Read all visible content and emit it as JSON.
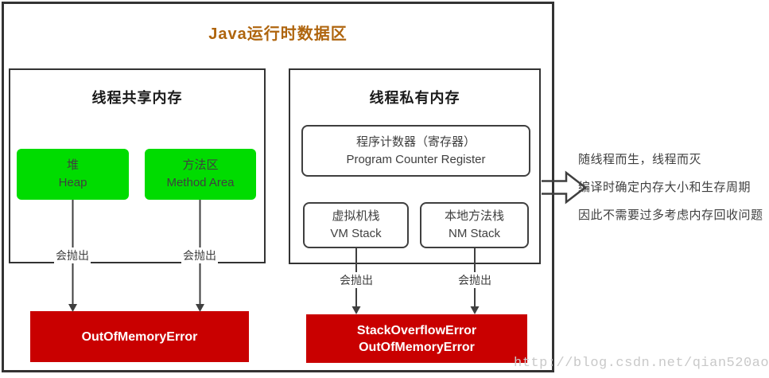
{
  "diagram": {
    "title": "Java运行时数据区",
    "watermark": "http://blog.csdn.net/qian520ao",
    "colors": {
      "title_text": "#AF650E",
      "node_green": "#00DC00",
      "error_red": "#C90000",
      "line_gray": "#3F3F3F",
      "watermark_gray": "#C9C9C9"
    },
    "shared": {
      "title": "线程共享内存",
      "heap": {
        "zh": "堆",
        "en": "Heap"
      },
      "method_area": {
        "zh": "方法区",
        "en": "Method Area"
      },
      "throw_label": "会抛出",
      "error": "OutOfMemoryError"
    },
    "private": {
      "title": "线程私有内存",
      "pcr": {
        "zh": "程序计数器（寄存器）",
        "en": "Program Counter Register"
      },
      "vm_stack": {
        "zh": "虚拟机栈",
        "en": "VM Stack"
      },
      "nm_stack": {
        "zh": "本地方法栈",
        "en": "NM Stack"
      },
      "throw_label": "会抛出",
      "errors": {
        "line1": "StackOverflowError",
        "line2": "OutOfMemoryError"
      }
    },
    "notes": {
      "line1": "随线程而生，线程而灭",
      "line2": "编译时确定内存大小和生存周期",
      "line3": "因此不需要过多考虑内存回收问题"
    }
  }
}
